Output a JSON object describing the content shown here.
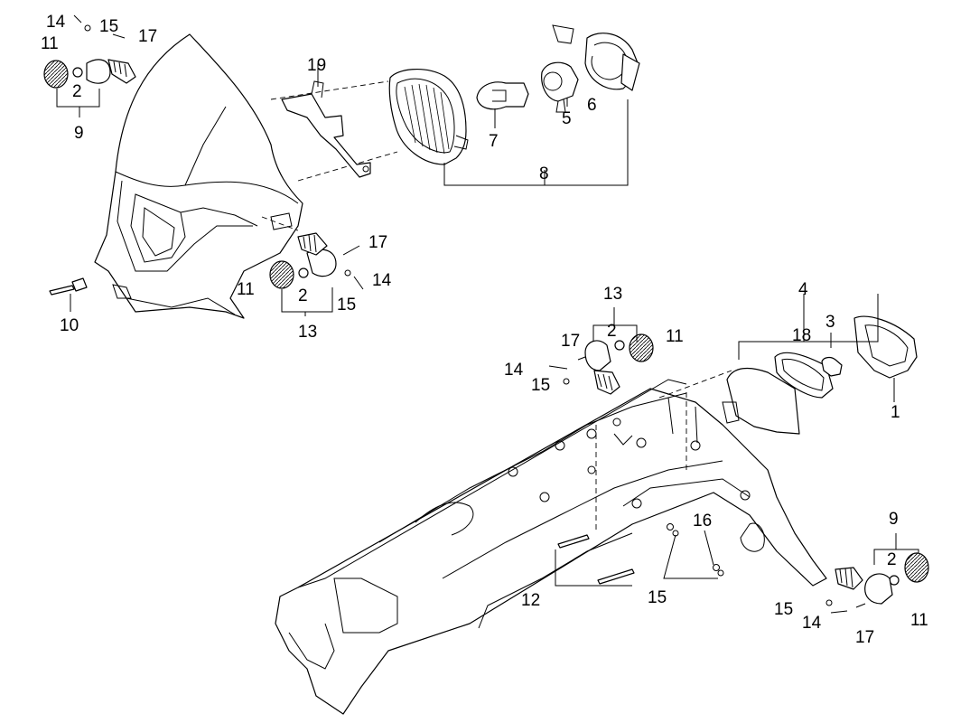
{
  "diagram": {
    "labels": {
      "c1": "1",
      "c2": "2",
      "c3": "3",
      "c4": "4",
      "c5": "5",
      "c6": "6",
      "c7": "7",
      "c8": "8",
      "c9": "9",
      "c10": "10",
      "c11": "11",
      "c12": "12",
      "c13": "13",
      "c14": "14",
      "c15": "15",
      "c16": "16",
      "c17": "17",
      "c18": "18",
      "c19": "19"
    }
  }
}
